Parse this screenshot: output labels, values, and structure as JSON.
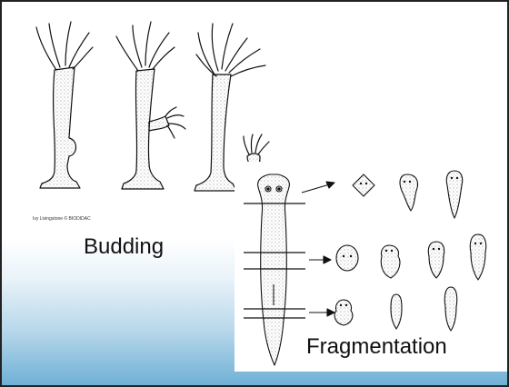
{
  "slide": {
    "credit": "Ivy Livingstone © BIODIDAC",
    "budding_label": "Budding",
    "fragmentation_label": "Fragmentation"
  },
  "colors": {
    "frame": "#222222",
    "ink": "#111111",
    "gradient_bottom": "#6fb0d6"
  }
}
